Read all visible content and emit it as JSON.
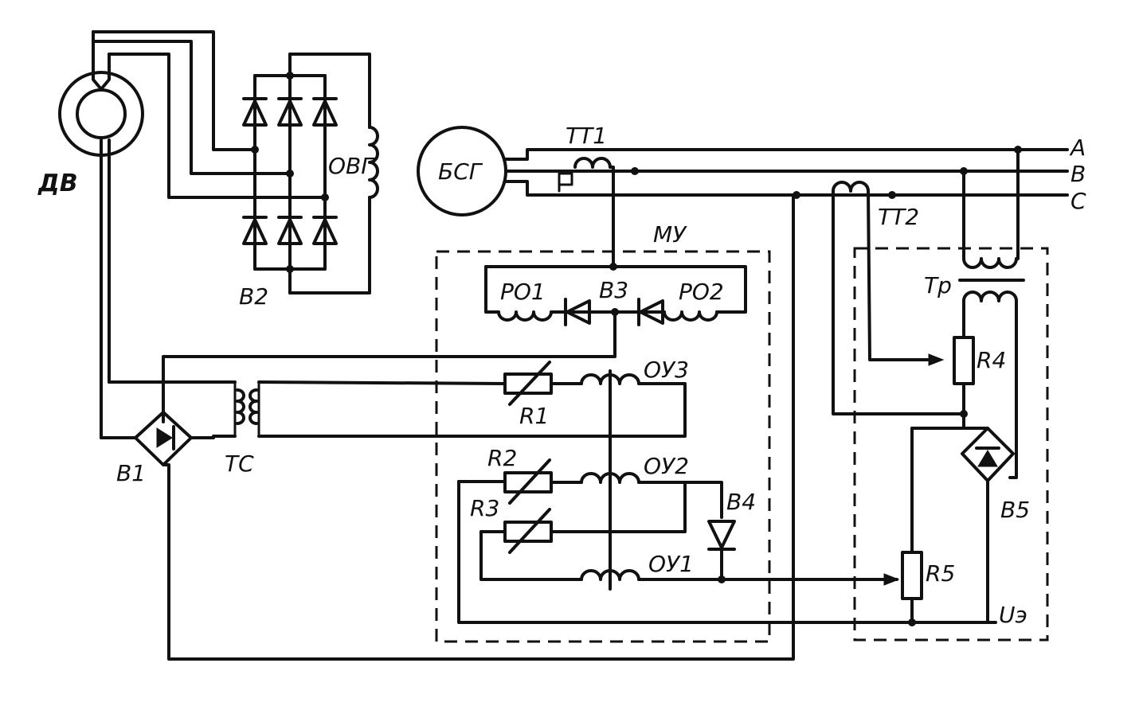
{
  "labels": {
    "dv": "ДВ",
    "ovg": "ОВГ",
    "b2": "В2",
    "bsg": "БСГ",
    "tt1": "ТТ1",
    "tt2": "ТТ2",
    "phase_a": "А",
    "phase_b": "В",
    "phase_c": "С",
    "mu": "МУ",
    "ro1": "РО1",
    "ro2": "РО2",
    "b3": "В3",
    "oy3": "ОУ3",
    "r1": "R1",
    "oy2": "ОУ2",
    "r2": "R2",
    "r3": "R3",
    "b4": "В4",
    "oy1": "ОУ1",
    "b1": "В1",
    "tc": "ТС",
    "tp": "Тр",
    "r4": "R4",
    "b5": "В5",
    "r5": "R5",
    "ue": "Uэ"
  }
}
